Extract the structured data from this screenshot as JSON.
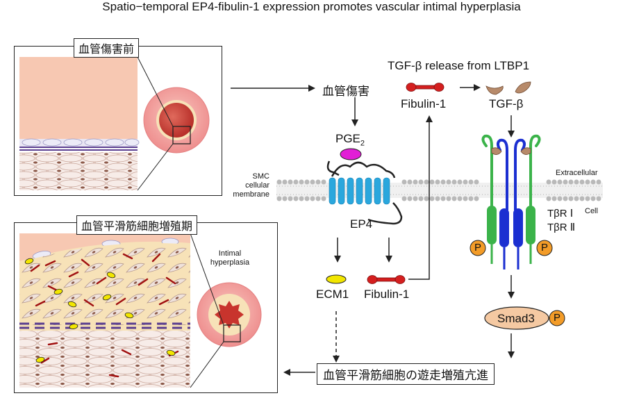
{
  "title": "Spatio−temporal EP4-fibulin-1 expression promotes vascular intimal hyperplasia",
  "panels": {
    "before": {
      "label": "血管傷害前"
    },
    "proliferation": {
      "label": "血管平滑筋細胞増殖期",
      "inset_label": "Intimal hyperplasia"
    }
  },
  "pathway": {
    "injury": "血管傷害",
    "pge2": "PGE",
    "pge2_sub": "2",
    "ep4": "EP4",
    "ecm1": "ECM1",
    "fibulin_lower": "Fibulin-1",
    "fibulin_upper": "Fibulin-1",
    "tgfb_release": "TGF-β release from LTBP1",
    "tgfb": "TGF-β",
    "receptor_1": "TβR Ⅰ",
    "receptor_2": "TβR Ⅱ",
    "p_label": "P",
    "smad3": "Smad3",
    "outcome": "血管平滑筋細胞の遊走増殖亢進"
  },
  "membrane": {
    "left_label": "SMC cellular membrane",
    "extracellular": "Extracellular",
    "cell": "Cell"
  },
  "colors": {
    "ep4_blue": "#2aa7dd",
    "pge2_magenta": "#e21fd6",
    "ecm1_yellow": "#f2e600",
    "fibulin_red": "#d41f1f",
    "tgfb_brown": "#b78a6a",
    "receptor_green": "#3bb34a",
    "receptor_blue": "#1b2fd1",
    "phospho_orange": "#f39c28",
    "smad_peach": "#f5c9a2",
    "vessel_pink": "#f4a5a5",
    "intima_cream": "#f7e2b8",
    "tissue_salmon": "#f7c8b2"
  }
}
